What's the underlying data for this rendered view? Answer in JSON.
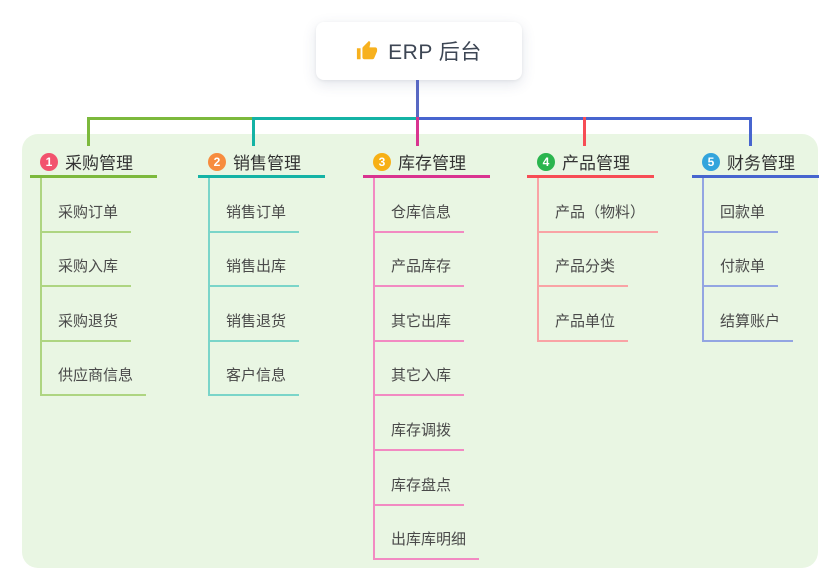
{
  "root": {
    "icon": "thumbs-up-icon",
    "label": "ERP 后台"
  },
  "canvas": {
    "background": "#ffffff",
    "panel_background": "#e9f6e3",
    "root_line_color": "#5868c3",
    "card_background": "#ffffff",
    "card_text_color": "#3d4654",
    "icon_color": "#f7b11e"
  },
  "branches": [
    {
      "index": "1",
      "label": "采购管理",
      "badge_color": "#f2536e",
      "line_color": "#7cb93c",
      "child_line_color": "#aed581",
      "children": [
        "采购订单",
        "采购入库",
        "采购退货",
        "供应商信息"
      ]
    },
    {
      "index": "2",
      "label": "销售管理",
      "badge_color": "#f78c3e",
      "line_color": "#14b3a5",
      "child_line_color": "#7ad5c9",
      "children": [
        "销售订单",
        "销售出库",
        "销售退货",
        "客户信息"
      ]
    },
    {
      "index": "3",
      "label": "库存管理",
      "badge_color": "#f7b015",
      "line_color": "#d93490",
      "child_line_color": "#f28ac2",
      "children": [
        "仓库信息",
        "产品库存",
        "其它出库",
        "其它入库",
        "库存调拨",
        "库存盘点",
        "出库库明细"
      ]
    },
    {
      "index": "4",
      "label": "产品管理",
      "badge_color": "#2ab54e",
      "line_color": "#f74d55",
      "child_line_color": "#f9a3a5",
      "children": [
        "产品（物料）",
        "产品分类",
        "产品单位"
      ]
    },
    {
      "index": "5",
      "label": "财务管理",
      "badge_color": "#32a4dc",
      "line_color": "#4765cf",
      "child_line_color": "#93a5e2",
      "children": [
        "回款单",
        "付款单",
        "结算账户"
      ]
    }
  ]
}
